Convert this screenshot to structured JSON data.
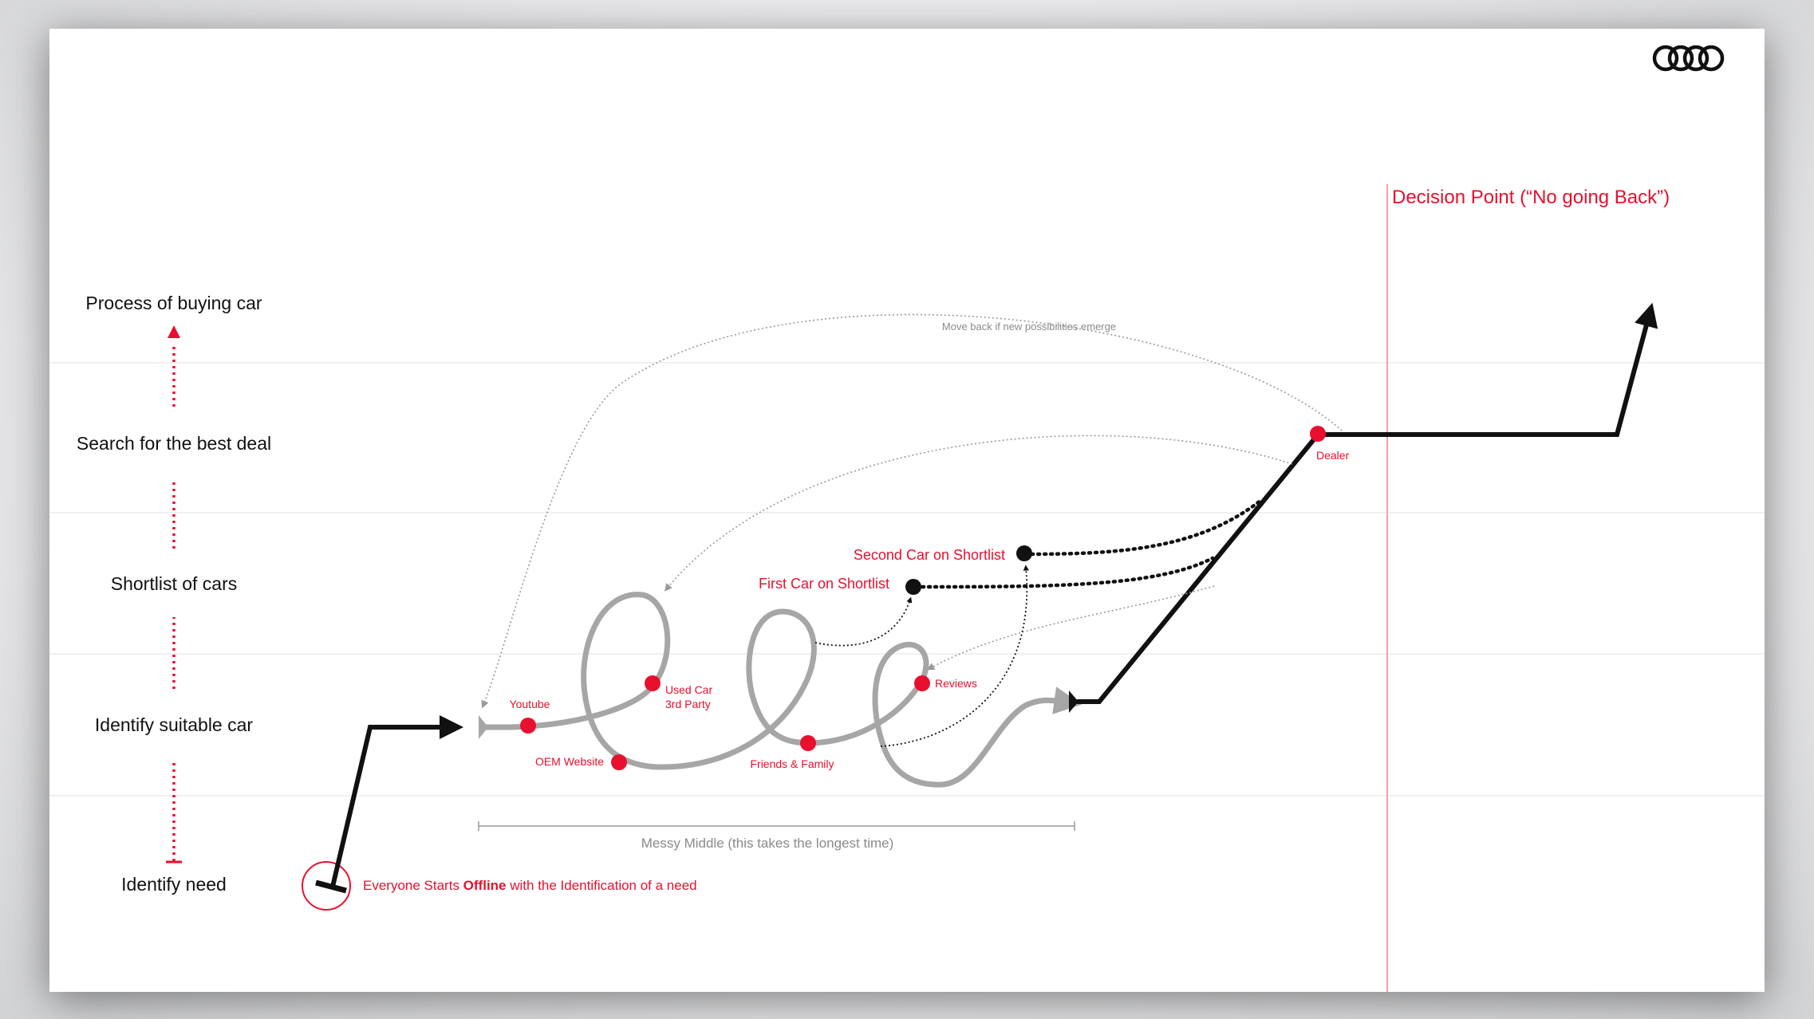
{
  "slide": {
    "logo": {
      "icon": "audi-rings-icon"
    },
    "decision_point": "Decision Point (“No going Back”)",
    "stages": [
      "Process of buying car",
      "Search for the best deal",
      "Shortlist of cars",
      "Identify suitable car",
      "Identify need"
    ],
    "start_note": {
      "prefix": "Everyone Starts ",
      "bold": "Offline",
      "suffix": " with the Identification of a need"
    },
    "touchpoints": {
      "youtube": "Youtube",
      "oem_website": "OEM Website",
      "used_car_line1": "Used Car",
      "used_car_line2": "3rd Party",
      "friends_family": "Friends & Family",
      "reviews": "Reviews",
      "dealer": "Dealer"
    },
    "shortlist": {
      "first": "First Car on Shortlist",
      "second": "Second Car on Shortlist"
    },
    "move_back_note": "Move back if new possibilities emerge",
    "messy_middle": "Messy Middle (this takes the longest time)",
    "colors": {
      "accent_red": "#e8102e",
      "path_black": "#111111",
      "loop_grey": "#a6a6a6",
      "guide_grey": "#8a8a8a"
    }
  }
}
